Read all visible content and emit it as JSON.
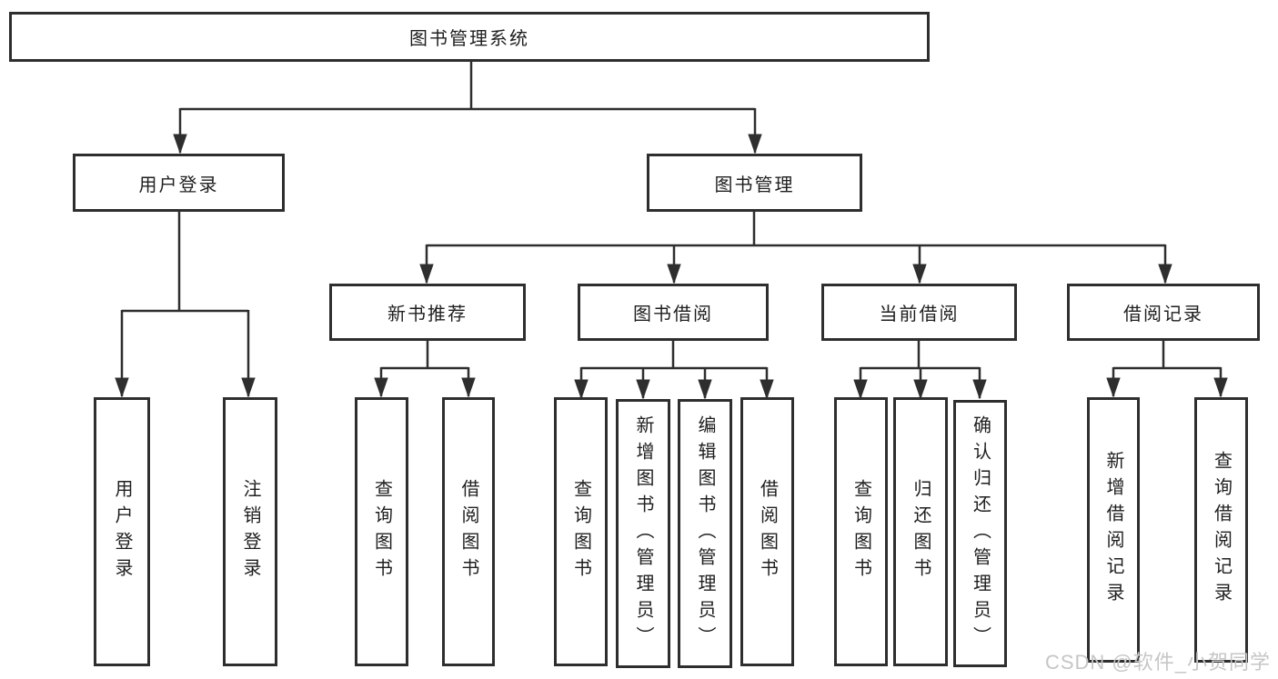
{
  "diagram_type": "hierarchy-tree",
  "tree": {
    "label": "图书管理系统",
    "children": [
      {
        "label": "用户登录",
        "children": [
          {
            "label": "用户登录"
          },
          {
            "label": "注销登录"
          }
        ]
      },
      {
        "label": "图书管理",
        "children": [
          {
            "label": "新书推荐",
            "children": [
              {
                "label": "查询图书"
              },
              {
                "label": "借阅图书"
              }
            ]
          },
          {
            "label": "图书借阅",
            "children": [
              {
                "label": "查询图书"
              },
              {
                "label": "新增图书（管理员）"
              },
              {
                "label": "编辑图书（管理员）"
              },
              {
                "label": "借阅图书"
              }
            ]
          },
          {
            "label": "当前借阅",
            "children": [
              {
                "label": "查询图书"
              },
              {
                "label": "归还图书"
              },
              {
                "label": "确认归还（管理员）"
              }
            ]
          },
          {
            "label": "借阅记录",
            "children": [
              {
                "label": "新增借阅记录"
              },
              {
                "label": "查询借阅记录"
              }
            ]
          }
        ]
      }
    ]
  },
  "watermark": {
    "text": "CSDN @软件_小贺同学"
  },
  "colors": {
    "line": "#2e2e2e",
    "box_border": "#2e2e2e",
    "box_background": "#ffffff",
    "text": "#1f1f1f",
    "watermark": "#c6c6c6",
    "background": "#ffffff"
  }
}
